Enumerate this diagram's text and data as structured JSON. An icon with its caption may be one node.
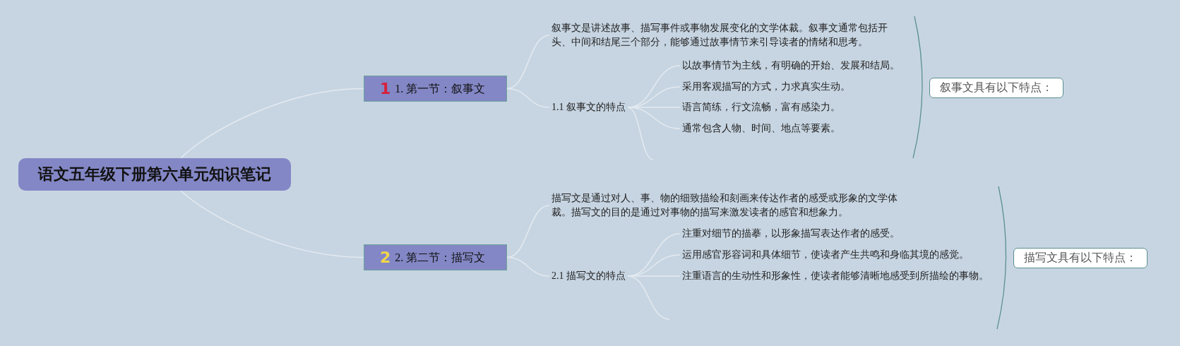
{
  "diagram": {
    "nodes": [
      {
        "text": [
          "语文五年级下册第六单元知识笔记"
        ]
      },
      {
        "text": [
          "1",
          "1. 第一节：叙事文"
        ]
      },
      {
        "text": [
          "叙事文是讲述故事、描写事件或事物发展变化的文学体裁。叙事文通常包括开头、中间和结尾三个部分，能够通过故事情节来引导读者的情绪和思考。"
        ]
      },
      {
        "text": [
          "1.1 叙事文的特点"
        ]
      },
      {
        "text": [
          "以故事情节为主线，有明确的开始、发展和结局。"
        ]
      },
      {
        "text": [
          "采用客观描写的方式，力求真实生动。"
        ]
      },
      {
        "text": [
          "语言简练，行文流畅，富有感染力。"
        ]
      },
      {
        "text": [
          "通常包含人物、时间、地点等要素。"
        ]
      },
      {
        "text": [
          "叙事文具有以下特点："
        ]
      },
      {
        "text": [
          "2",
          "2. 第二节：描写文"
        ]
      },
      {
        "text": [
          "描写文是通过对人、事、物的细致描绘和刻画来传达作者的感受或形象的文学体裁。描写文的目的是通过对事物的描写来激发读者的感官和想象力。"
        ]
      },
      {
        "text": [
          "2.1 描写文的特点"
        ]
      },
      {
        "text": [
          "注重对细节的描摹，以形象描写表达作者的感受。"
        ]
      },
      {
        "text": [
          "运用感官形容词和具体细节，使读者产生共鸣和身临其境的感觉。"
        ]
      },
      {
        "text": [
          "注重语言的生动性和形象性，使读者能够清晰地感受到所描绘的事物。"
        ]
      },
      {
        "text": [
          "描写文具有以下特点："
        ]
      }
    ],
    "edges": [
      {
        "from": 0,
        "to": 1,
        "arrow": "none"
      },
      {
        "from": 0,
        "to": 9,
        "arrow": "none"
      },
      {
        "from": 1,
        "to": 2,
        "arrow": "none"
      },
      {
        "from": 1,
        "to": 3,
        "arrow": "none"
      },
      {
        "from": 3,
        "to": 4,
        "arrow": "none"
      },
      {
        "from": 3,
        "to": 5,
        "arrow": "none"
      },
      {
        "from": 3,
        "to": 6,
        "arrow": "none"
      },
      {
        "from": 3,
        "to": 7,
        "arrow": "none"
      },
      {
        "from": 3,
        "to": null,
        "arrow": "none"
      },
      {
        "from": 9,
        "to": 10,
        "arrow": "none"
      },
      {
        "from": 9,
        "to": 11,
        "arrow": "none"
      },
      {
        "from": 11,
        "to": 12,
        "arrow": "none"
      },
      {
        "from": 11,
        "to": 13,
        "arrow": "none"
      },
      {
        "from": 11,
        "to": 14,
        "arrow": "none"
      },
      {
        "from": 11,
        "to": null,
        "arrow": "none"
      }
    ]
  }
}
